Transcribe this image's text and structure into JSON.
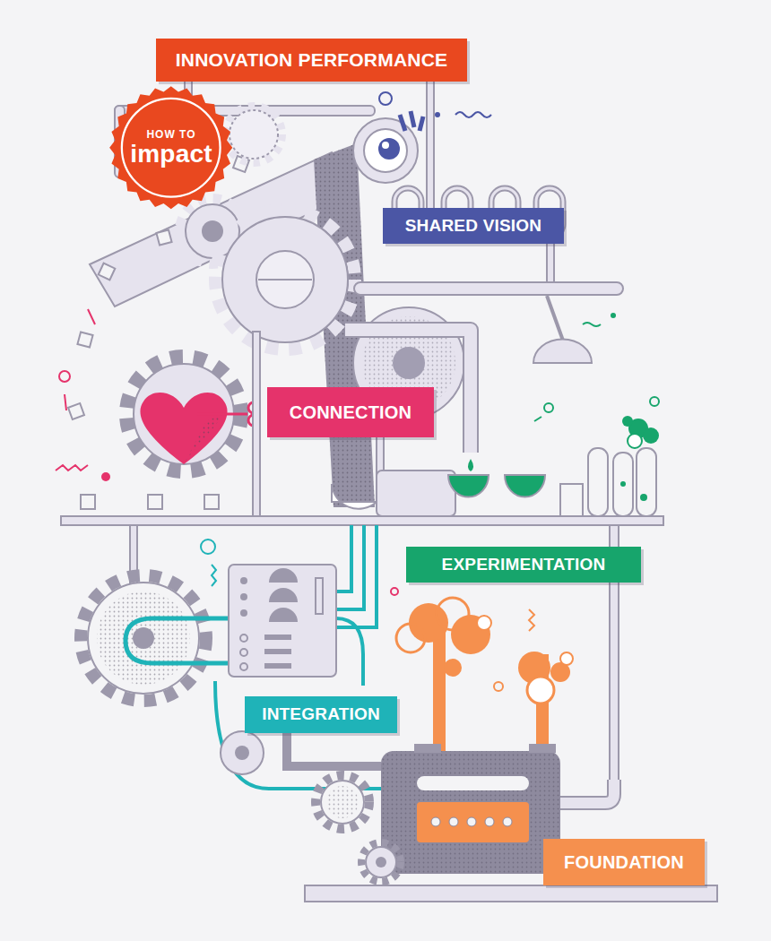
{
  "diagram": {
    "nodes": [
      {
        "text": [
          "INNOVATION PERFORMANCE"
        ]
      },
      {
        "text": [
          "HOW TO",
          "impact"
        ]
      },
      {
        "text": [
          "SHARED VISION"
        ]
      },
      {
        "text": [
          "CONNECTION"
        ]
      },
      {
        "text": [
          "EXPERIMENTATION"
        ]
      },
      {
        "text": [
          "INTEGRATION"
        ]
      },
      {
        "text": [
          "FOUNDATION"
        ]
      }
    ]
  }
}
